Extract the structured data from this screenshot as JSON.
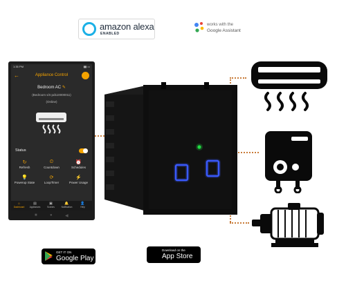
{
  "badges": {
    "alexa_name": "amazon alexa",
    "alexa_enabled": "ENABLED",
    "google_line1": "works with the",
    "google_line2": "Google Assistant"
  },
  "phone": {
    "status_time": "1:35 PM",
    "app_title": "Appliance Control",
    "device_name": "Bedroom AC",
    "device_id": "(Bedroom s/n:pd110000011)",
    "device_status": "(Online)",
    "status_label": "Status",
    "controls": [
      {
        "label": "Refresh",
        "icon": "refresh-icon",
        "glyph": "↻"
      },
      {
        "label": "Countdown",
        "icon": "countdown-icon",
        "glyph": "⏲"
      },
      {
        "label": "Schedules",
        "icon": "schedule-icon",
        "glyph": "⏰"
      },
      {
        "label": "Powerup State",
        "icon": "powerup-icon",
        "glyph": "💡"
      },
      {
        "label": "LoopTimer",
        "icon": "loop-timer-icon",
        "glyph": "⟳"
      },
      {
        "label": "Power Usage",
        "icon": "power-usage-icon",
        "glyph": "⚡"
      }
    ],
    "nav": [
      {
        "label": "Dashboard",
        "glyph": "⌂"
      },
      {
        "label": "Appliances",
        "glyph": "▤"
      },
      {
        "label": "Scenes",
        "glyph": "▣"
      },
      {
        "label": "Notification",
        "glyph": "🔔"
      },
      {
        "label": "Help",
        "glyph": "👤"
      }
    ],
    "active_nav_index": 0,
    "toggle_on": true
  },
  "switch": {
    "led_color": "#22dd44",
    "button_glow": "#3a5bff"
  },
  "stores": {
    "google_small": "GET IT ON",
    "google_big": "Google Play",
    "apple_small": "Download on the",
    "apple_big": "App Store"
  },
  "colors": {
    "accent": "#f4a300",
    "connector": "#c87a37"
  }
}
